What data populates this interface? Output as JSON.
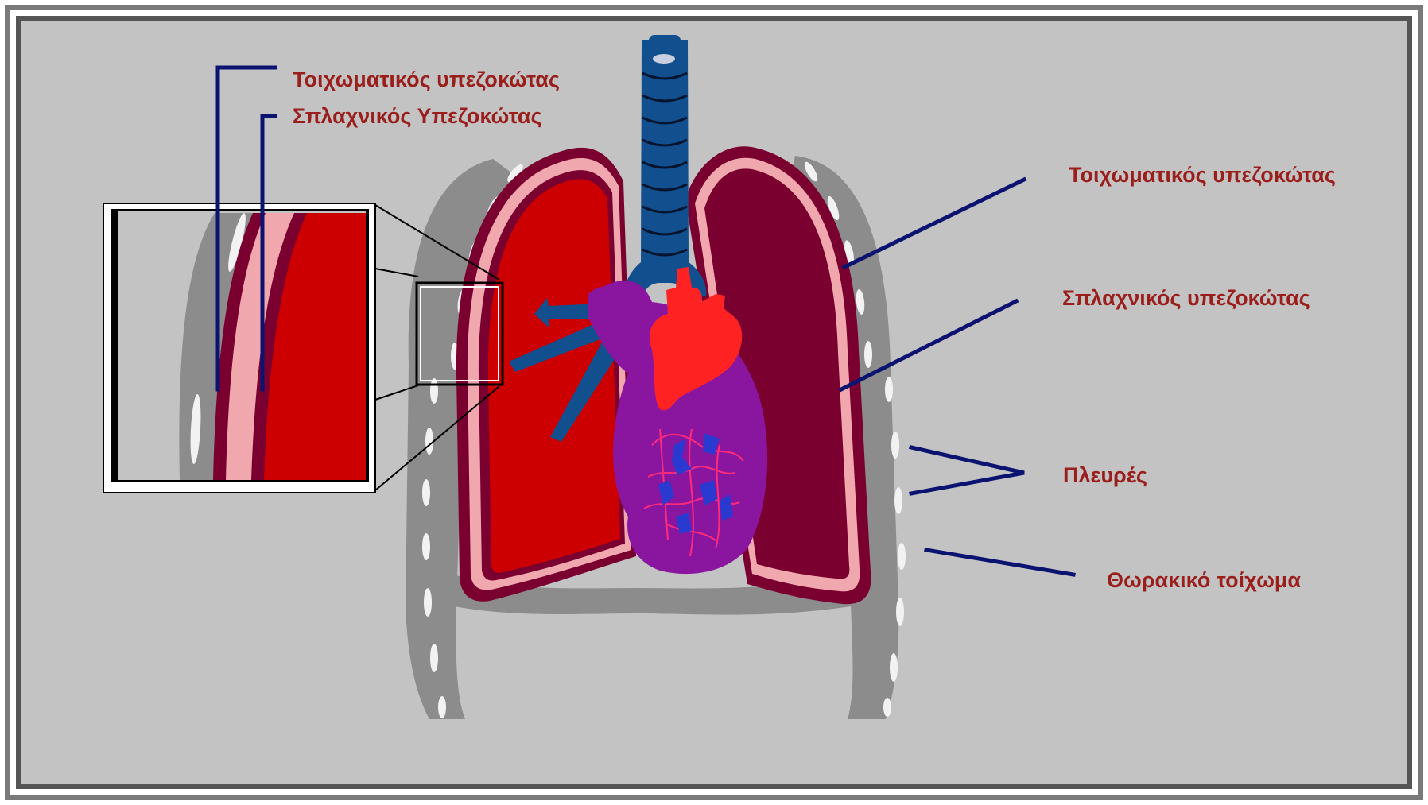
{
  "diagram": {
    "colors": {
      "label_text": "#9a1f1c",
      "leader_line": "#0b1370",
      "background": "#c3c3c3",
      "right_lung": "#cc0000",
      "left_lung": "#7a0030",
      "pleura": "#f0a8ae",
      "chest_wall": "#8c8c8c",
      "trachea": "#124f8f",
      "heart": "#8a16a0",
      "aorta": "#ff2222"
    },
    "labels": {
      "inset_parietal": "Τοιχωματικός υπεζοκώτας",
      "inset_visceral": "Σπλαχνικός Υπεζοκώτας",
      "parietal": "Τοιχωματικός υπεζοκώτας",
      "visceral": "Σπλαχνικός υπεζοκώτας",
      "ribs": "Πλευρές",
      "chest_wall": "Θωρακικό τοίχωμα"
    }
  }
}
